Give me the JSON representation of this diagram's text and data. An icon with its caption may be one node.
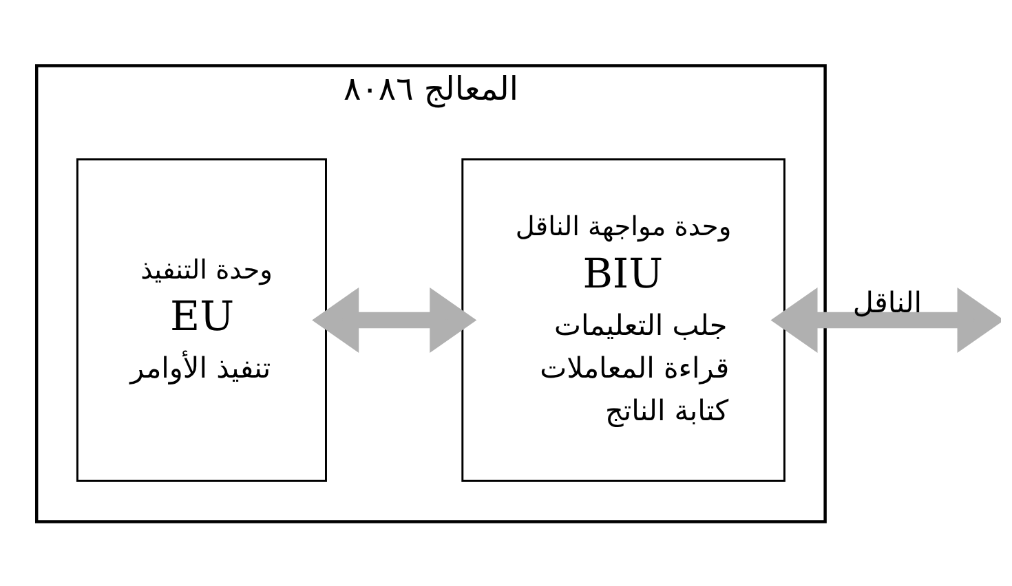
{
  "diagram": {
    "nodes": [
      {
        "text": [
          "المعالج ٨٠٨٦"
        ]
      },
      {
        "text": [
          "وحدة التنفيذ",
          "EU",
          "تنفيذ الأوامر"
        ],
        "in": 0
      },
      {
        "text": [
          "وحدة مواجهة الناقل",
          "BIU",
          "جلب التعليمات",
          "قراءة المعاملات",
          "كتابة الناتج"
        ],
        "in": 0
      }
    ],
    "edges": [
      {
        "from": 1,
        "to": 2,
        "arrow": "both"
      },
      {
        "from": 2,
        "to": null,
        "arrow": "both",
        "label": "الناقل"
      }
    ]
  }
}
